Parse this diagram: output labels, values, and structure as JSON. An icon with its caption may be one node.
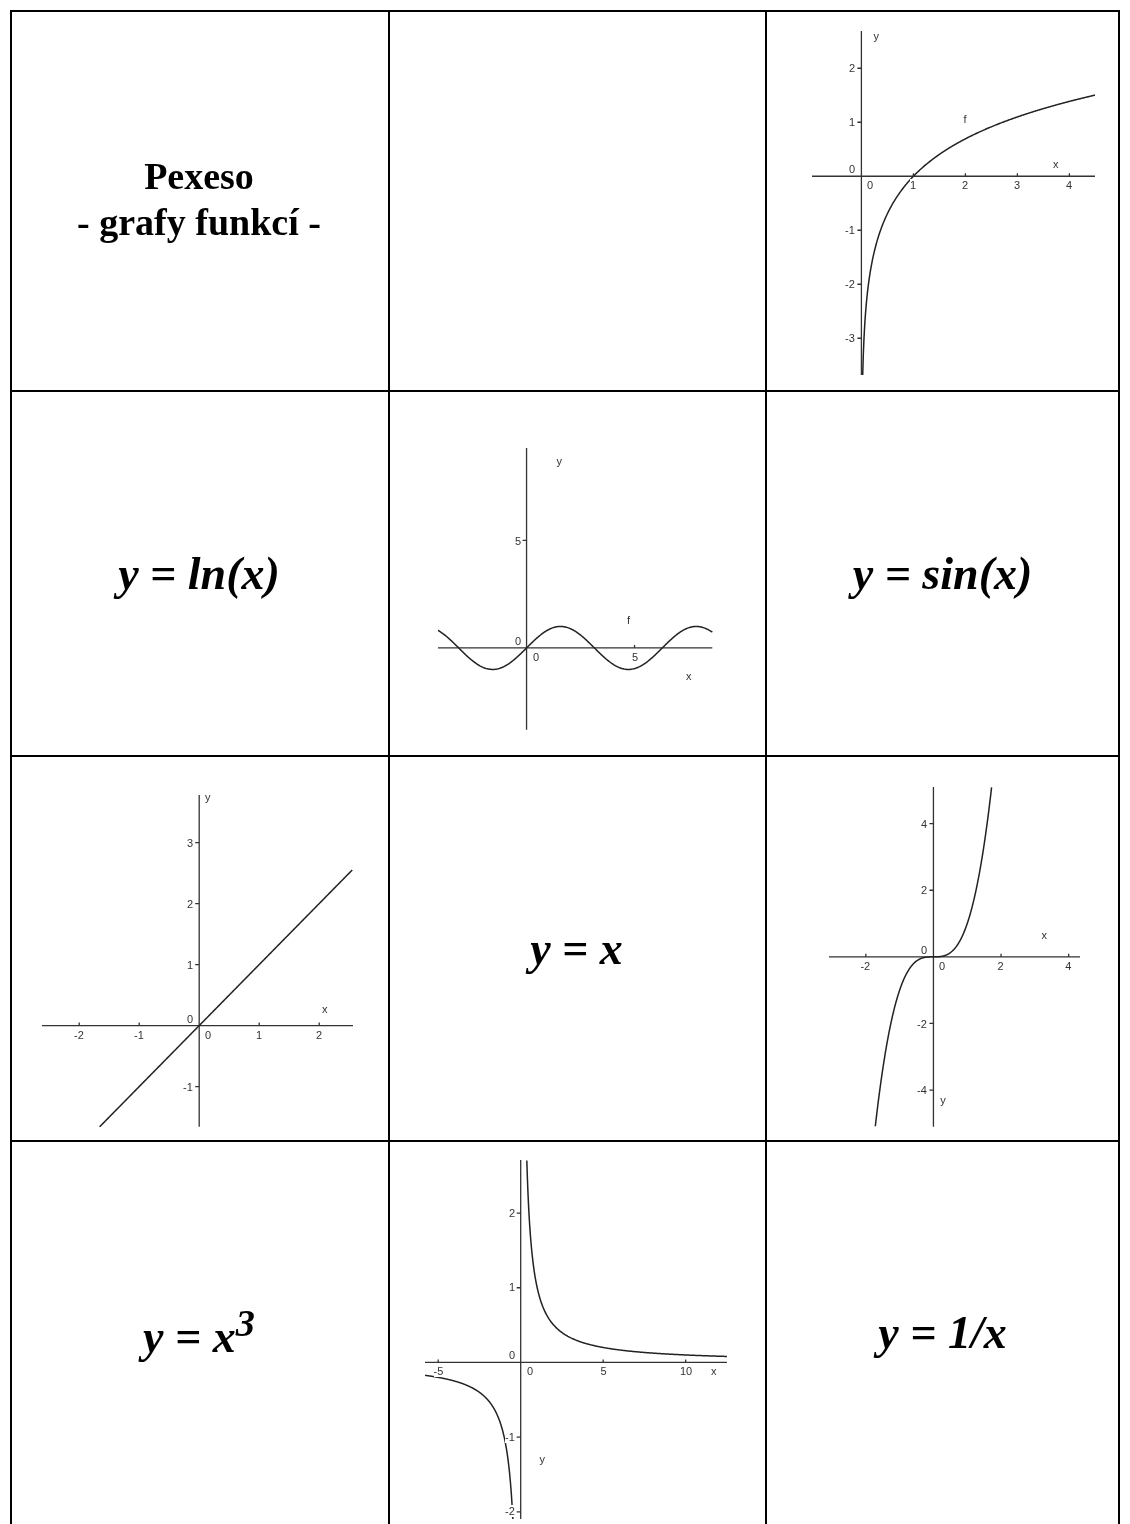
{
  "diagram": {
    "labels": [
      "Pexeso",
      "- grafy funkcí -",
      "y",
      "2",
      "1",
      "f",
      "0",
      "x",
      "0",
      "1",
      "2",
      "3",
      "4",
      "-1",
      "-2",
      "-3",
      "y = ln(x)",
      "y",
      "5",
      "f",
      "0",
      "0",
      "5",
      "x",
      "y = sin(x)",
      "y",
      "3",
      "2",
      "1",
      "0",
      "x",
      "-2",
      "-1",
      "0",
      "1",
      "2",
      "-1",
      "y = x",
      "4",
      "2",
      "x",
      "0",
      "-2",
      "0",
      "2",
      "4",
      "-2",
      "-4",
      "y",
      "y = x$^{3}$",
      "2",
      "1",
      "0",
      "-5",
      "0",
      "5",
      "10",
      "x",
      "-1",
      "y",
      "-2",
      "y = 1/x"
    ]
  }
}
